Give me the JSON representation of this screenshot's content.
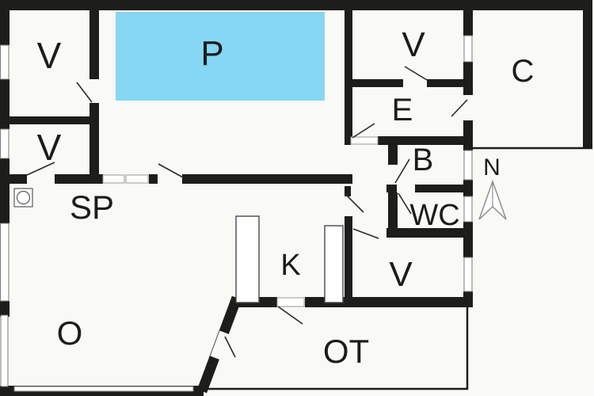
{
  "colors": {
    "background": "#f9f9f6",
    "wall": "#1d1d1b",
    "pool": "#86d7f3",
    "swing_line": "#2a2a2a",
    "window_border": "#7a7a7a",
    "compass_outline": "#8f8f8f"
  },
  "rooms": [
    {
      "key": "room-v-top-left",
      "label": "V"
    },
    {
      "key": "room-v-mid-left",
      "label": "V"
    },
    {
      "key": "room-p-pool",
      "label": "P"
    },
    {
      "key": "room-v-top-right",
      "label": "V"
    },
    {
      "key": "room-c",
      "label": "C"
    },
    {
      "key": "room-e",
      "label": "E"
    },
    {
      "key": "room-b",
      "label": "B"
    },
    {
      "key": "room-wc",
      "label": "WC"
    },
    {
      "key": "room-sp",
      "label": "SP"
    },
    {
      "key": "room-k",
      "label": "K"
    },
    {
      "key": "room-v-bottom",
      "label": "V"
    },
    {
      "key": "room-o",
      "label": "O"
    },
    {
      "key": "room-ot",
      "label": "OT"
    }
  ],
  "compass": {
    "label": "N"
  },
  "icons": {
    "appliance": "washing-machine-icon",
    "north": "north-arrow-icon"
  }
}
